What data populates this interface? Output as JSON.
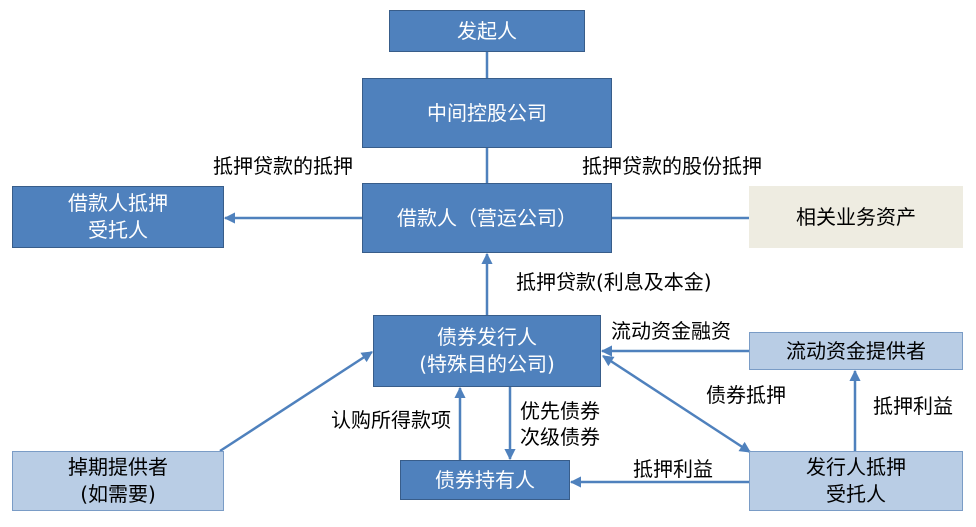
{
  "colors": {
    "primary_fill": "#4F81BD",
    "primary_border": "#385D8A",
    "secondary_fill": "#B9CDE5",
    "secondary_border": "#7A9CC6",
    "asset_fill": "#EEECE1",
    "connector": "#4F81BD"
  },
  "nodes": {
    "sponsor": {
      "label": "发起人"
    },
    "holding_company": {
      "label": "中间控股公司"
    },
    "borrower": {
      "label": "借款人（营运公司）"
    },
    "borrower_security_trustee": {
      "line1": "借款人抵押",
      "line2": "受托人"
    },
    "related_assets": {
      "label": "相关业务资产"
    },
    "issuer": {
      "line1": "债券发行人",
      "line2": "(特殊目的公司)"
    },
    "liquidity_provider": {
      "label": "流动资金提供者"
    },
    "swap_provider": {
      "line1": "掉期提供者",
      "line2": "(如需要)"
    },
    "bondholders": {
      "label": "债券持有人"
    },
    "issuer_security_trustee": {
      "line1": "发行人抵押",
      "line2": "受托人"
    }
  },
  "edge_labels": {
    "mortgage_security": "抵押贷款的抵押",
    "share_pledge": "抵押贷款的股份抵押",
    "loan_repayment": "抵押贷款(利息及本金)",
    "liquidity_facility": "流动资金融资",
    "bond_security": "债券抵押",
    "security_interest_right": "抵押利益",
    "subscription_proceeds": "认购所得款项",
    "bonds_senior": "优先债券",
    "bonds_junior": "次级债券",
    "security_interest_bottom": "抵押利益"
  }
}
